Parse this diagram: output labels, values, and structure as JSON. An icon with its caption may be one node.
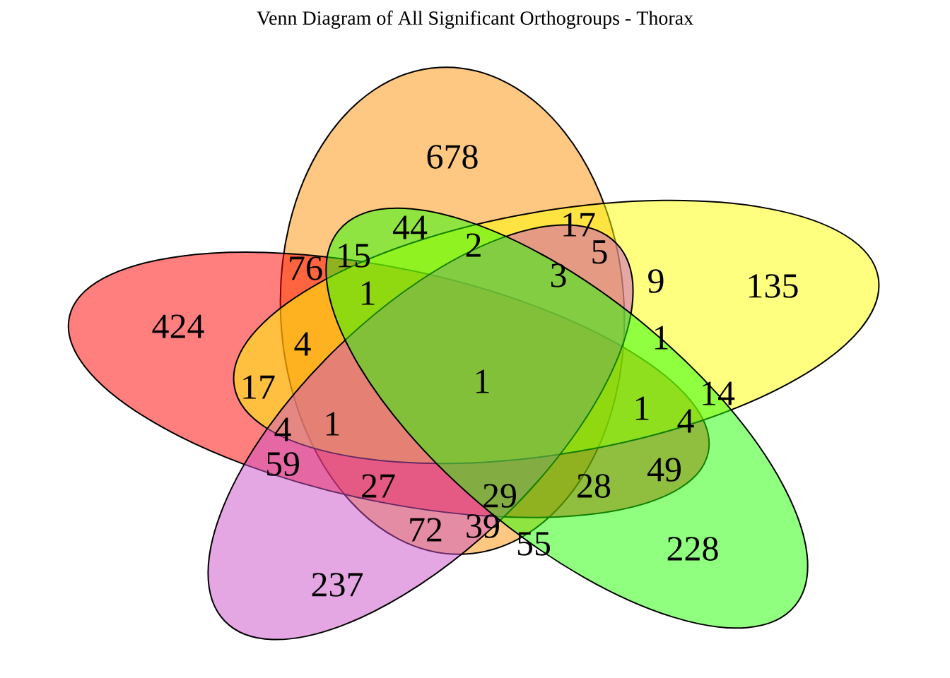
{
  "diagram": {
    "title": "Venn Diagram of All Significant Orthogroups - Thorax",
    "nodes": [
      {
        "text": [],
        "shape": "ellipse"
      },
      {
        "text": [],
        "shape": "ellipse"
      },
      {
        "text": [],
        "shape": "ellipse"
      },
      {
        "text": [],
        "shape": "ellipse"
      },
      {
        "text": [],
        "shape": "ellipse"
      }
    ],
    "edges": [],
    "labels": [
      "678",
      "44",
      "17",
      "76",
      "15",
      "2",
      "5",
      "1",
      "3",
      "9",
      "135",
      "424",
      "4",
      "1",
      "17",
      "1",
      "14",
      "4",
      "1",
      "1",
      "4",
      "59",
      "27",
      "29",
      "28",
      "49",
      "72",
      "39",
      "55",
      "228",
      "237"
    ]
  }
}
